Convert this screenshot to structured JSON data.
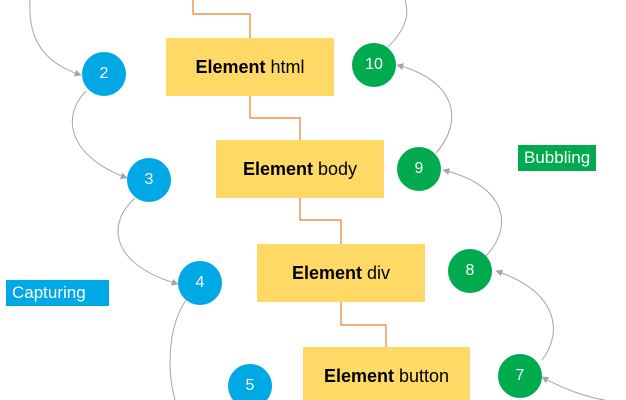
{
  "elements": [
    {
      "keyword": "Element",
      "name": "html"
    },
    {
      "keyword": "Element",
      "name": "body"
    },
    {
      "keyword": "Element",
      "name": "div"
    },
    {
      "keyword": "Element",
      "name": "button"
    }
  ],
  "capturing": {
    "label": "Capturing",
    "color": "#00a8e6",
    "steps": [
      "2",
      "3",
      "4",
      "5"
    ]
  },
  "bubbling": {
    "label": "Bubbling",
    "color": "#00aa4f",
    "steps": [
      "10",
      "9",
      "8",
      "7"
    ]
  },
  "colors": {
    "element_box": "#ffd966",
    "tree_line": "#ed7d31",
    "arrow": "#a6a6a6"
  }
}
